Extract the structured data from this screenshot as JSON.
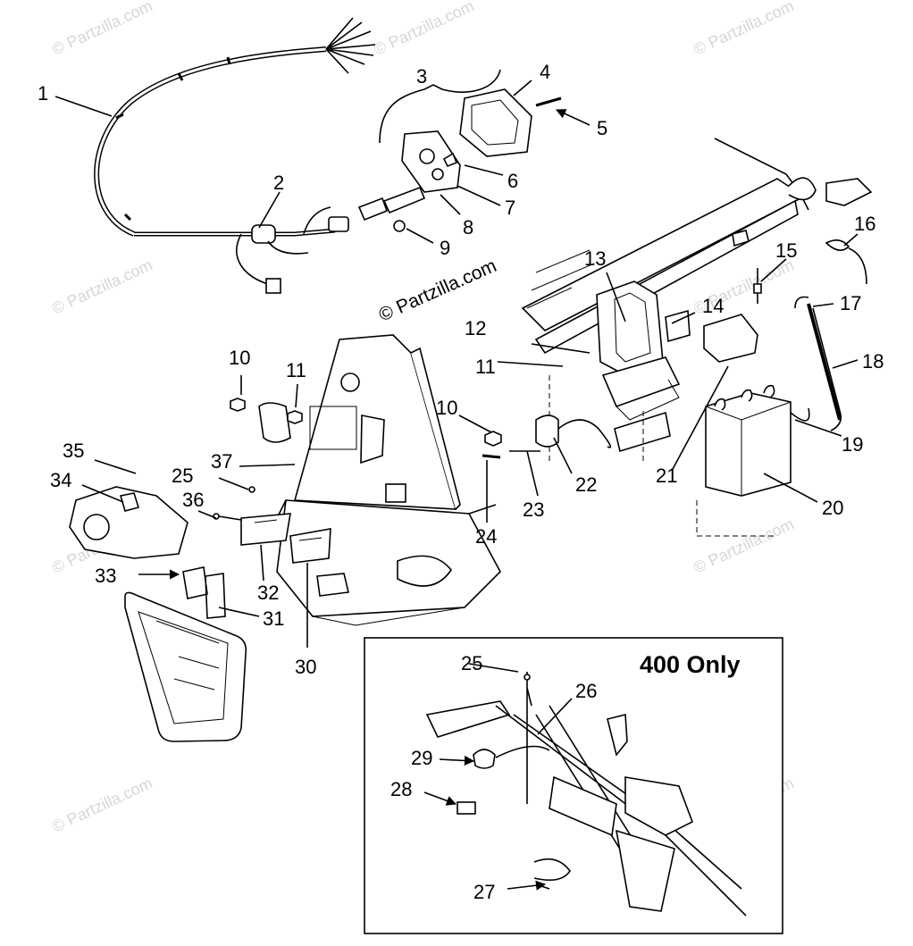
{
  "watermark": "© Partzilla.com",
  "copyright": "© Partzilla.com",
  "inset": {
    "title": "400 Only"
  },
  "callouts": [
    "1",
    "2",
    "3",
    "4",
    "5",
    "6",
    "7",
    "8",
    "9",
    "10",
    "11",
    "12",
    "13",
    "14",
    "15",
    "16",
    "17",
    "18",
    "19",
    "20",
    "21",
    "22",
    "23",
    "24",
    "25",
    "26",
    "27",
    "28",
    "29",
    "30",
    "31",
    "32",
    "33",
    "34",
    "35",
    "36",
    "37"
  ]
}
